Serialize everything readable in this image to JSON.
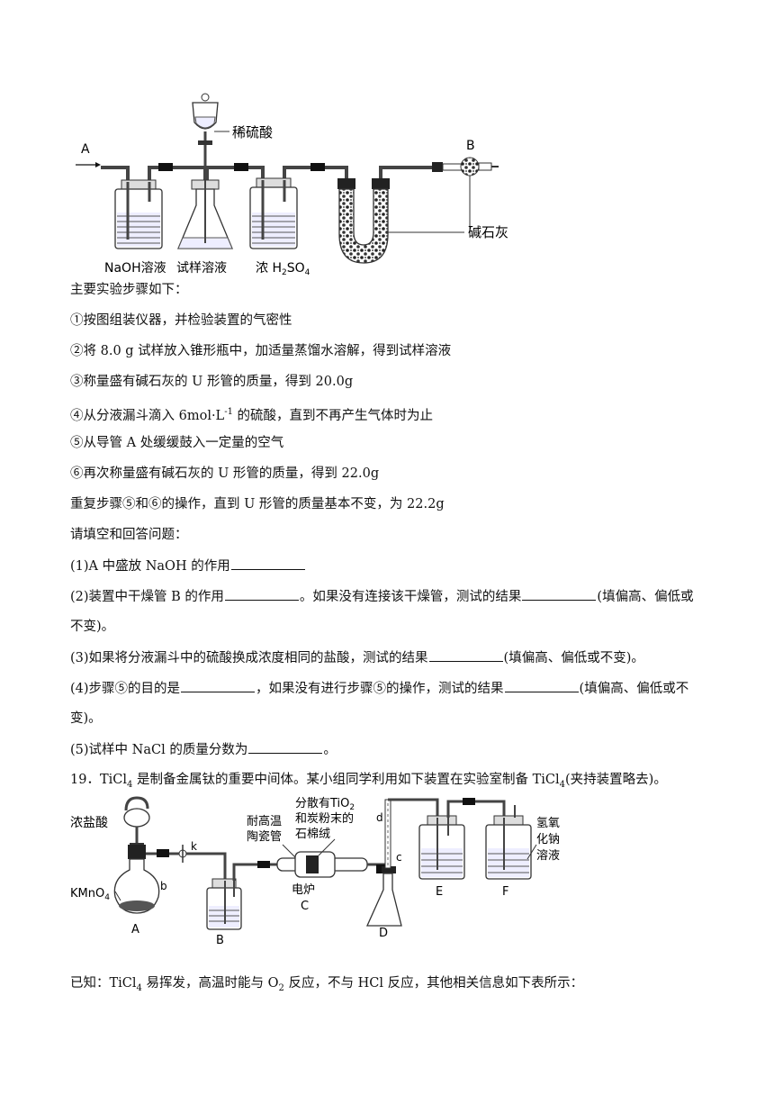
{
  "figure1": {
    "label_a": "A",
    "label_b": "B",
    "acid_label": "稀硫酸",
    "bottle1_label": "NaOH溶液",
    "flask_label": "试样溶液",
    "bottle2_label_prefix": "浓 H",
    "bottle2_label_sub1": "2",
    "bottle2_label_mid": "SO",
    "bottle2_label_sub2": "4",
    "soda_lime_label": "碱石灰"
  },
  "content": {
    "steps_heading": "主要实验步骤如下：",
    "step1": "①按图组装仪器，并检验装置的气密性",
    "step2": "②将 8.0 g 试样放入锥形瓶中，加适量蒸馏水溶解，得到试样溶液",
    "step3": "③称量盛有碱石灰的 U 形管的质量，得到 20.0g",
    "step4_a": "④从分液漏斗滴入 6mol·L",
    "step4_sup": "-1",
    "step4_b": " 的硫酸，直到不再产生气体时为止",
    "step5": "⑤从导管 A 处缓缓鼓入一定量的空气",
    "step6": "⑥再次称量盛有碱石灰的 U 形管的质量，得到 22.0g",
    "repeat": "重复步骤⑤和⑥的操作，直到 U 形管的质量基本不变，为 22.2g",
    "prompt": "请填空和回答问题：",
    "q1": "(1)A 中盛放 NaOH 的作用",
    "q2_a": "(2)装置中干燥管 B 的作用",
    "q2_b": "。如果没有连接该干燥管，测试的结果",
    "q2_c": "(填偏高、偏低或",
    "q2_d": "不变)。",
    "q3_a": "(3)如果将分液漏斗中的硫酸换成浓度相同的盐酸，测试的结果",
    "q3_b": "(填偏高、偏低或不变)。",
    "q4_a": "(4)步骤⑤的目的是",
    "q4_b": "，如果没有进行步骤⑤的操作，测试的结果",
    "q4_c": "(填偏高、偏低或不",
    "q4_d": "变)。",
    "q5_a": "(5)试样中 NaCl 的质量分数为",
    "q5_b": "。",
    "p19_a": "19．TiCl",
    "p19_sub1": "4",
    "p19_b": " 是制备金属钛的重要中间体。某小组同学利用如下装置在实验室制备 TiCl",
    "p19_sub2": "4",
    "p19_c": "(夹持装置略去)。",
    "known_a": "已知：TiCl",
    "known_sub1": "4",
    "known_b": " 易挥发，高温时能与 O",
    "known_sub2": "2",
    "known_c": " 反应，不与 HCl 反应，其他相关信息如下表所示："
  },
  "figure2": {
    "conc_hcl": "浓盐酸",
    "kmno4_main": "KMnO",
    "kmno4_sub": "4",
    "label_b_small": "b",
    "label_k": "k",
    "label_A": "A",
    "label_B": "B",
    "tube_line1": "耐高温",
    "tube_line2": "陶瓷管",
    "tio2_line1_main": "分散有TiO",
    "tio2_line1_sub": "2",
    "tio2_line2": "和炭粉末的",
    "tio2_line3": "石棉绒",
    "furnace": "电炉",
    "label_C": "C",
    "label_c": "c",
    "label_d": "d",
    "label_D": "D",
    "label_E": "E",
    "label_F": "F",
    "naoh_line1": "氢氧",
    "naoh_line2": "化钠",
    "naoh_line3": "溶液"
  }
}
